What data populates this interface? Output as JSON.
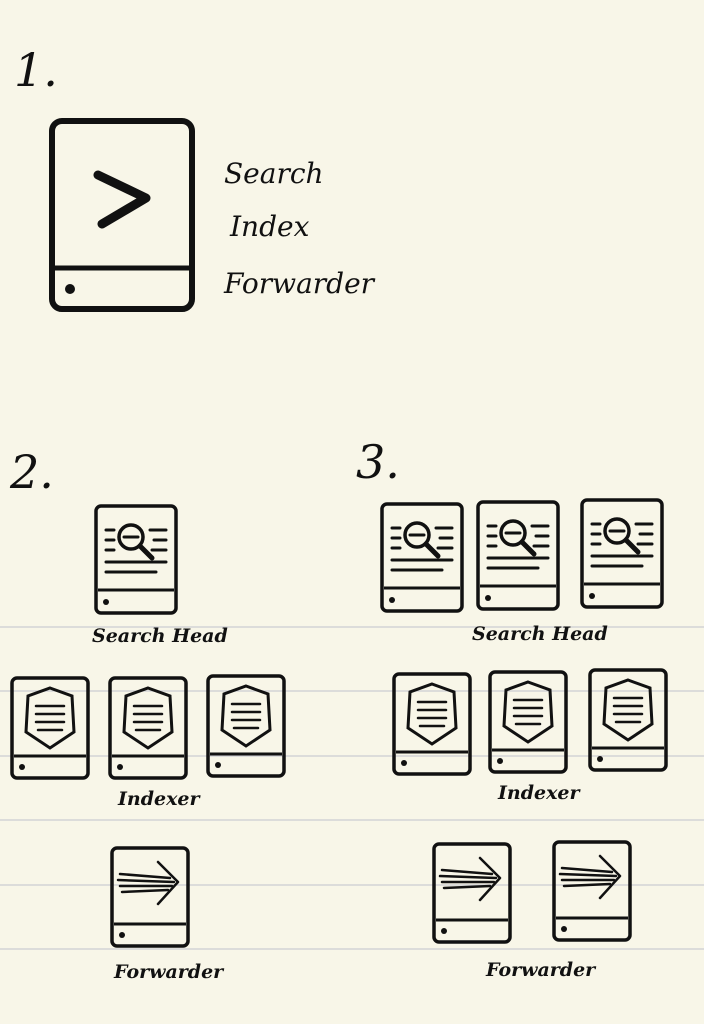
{
  "sections": {
    "single": {
      "number": "1.",
      "roles": [
        "Search",
        "Index",
        "Forwarder"
      ]
    },
    "small_cluster": {
      "number": "2.",
      "search_head_label": "Search Head",
      "indexer_label": "Indexer",
      "forwarder_label": "Forwarder",
      "counts": {
        "search_heads": 1,
        "indexers": 3,
        "forwarders": 1
      }
    },
    "large_cluster": {
      "number": "3.",
      "search_head_label": "Search Head",
      "indexer_label": "Indexer",
      "forwarder_label": "Forwarder",
      "counts": {
        "search_heads": 3,
        "indexers": 3,
        "forwarders": 2
      }
    }
  },
  "icons": {
    "terminal": "terminal-prompt-icon",
    "search_head": "magnifier-icon",
    "indexer": "shield-document-icon",
    "forwarder": "forward-arrow-icon"
  },
  "colors": {
    "paper": "#f8f6e8",
    "ink": "#111111",
    "rule_line": "#d3d3d6"
  }
}
